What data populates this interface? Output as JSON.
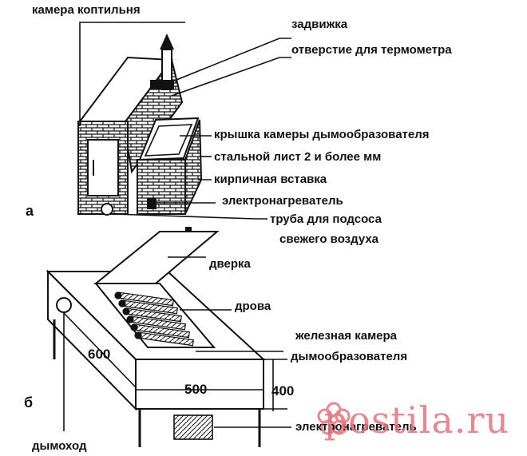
{
  "figure_a": {
    "letter": "а",
    "labels": {
      "smoking_chamber": "камера коптильня",
      "damper": "задвижка",
      "thermometer_hole": "отверстие для термометра",
      "generator_lid": "крышка камеры дымообразователя",
      "steel_sheet": "стальной лист 2 и более мм",
      "brick_insert": "кирпичная вставка",
      "heater": "электронагреватель",
      "intake_pipe_1": "труба для подсоса",
      "intake_pipe_2": "свежего воздуха"
    }
  },
  "figure_b": {
    "letter": "б",
    "labels": {
      "door": "дверка",
      "firewood": "дрова",
      "iron_chamber_1": "железная камера",
      "iron_chamber_2": "дымообразователя",
      "heater": "электронагреватель",
      "flue": "дымоход"
    },
    "dimensions": {
      "depth": "600",
      "width": "500",
      "height": "400"
    }
  },
  "watermark": "postila.ru",
  "icons": [
    "flower-icon"
  ],
  "colors": {
    "ink": "#111111",
    "watermark": "#e6737d"
  }
}
